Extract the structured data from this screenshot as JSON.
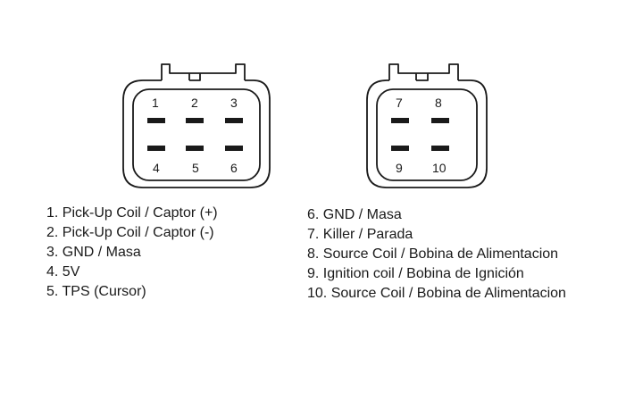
{
  "connectors": [
    {
      "pins": [
        {
          "label": "1"
        },
        {
          "label": "2"
        },
        {
          "label": "3"
        },
        {
          "label": "4"
        },
        {
          "label": "5"
        },
        {
          "label": "6"
        }
      ]
    },
    {
      "pins": [
        {
          "label": "7"
        },
        {
          "label": "8"
        },
        {
          "label": "9"
        },
        {
          "label": "10"
        }
      ]
    }
  ],
  "legend_left": [
    "1. Pick-Up Coil / Captor (+)",
    "2. Pick-Up Coil / Captor (-)",
    "3. GND / Masa",
    "4. 5V",
    "5. TPS (Cursor)"
  ],
  "legend_right": [
    "6. GND / Masa",
    "7. Killer / Parada",
    "8. Source Coil / Bobina de Alimentacion",
    "9. Ignition coil / Bobina de Ignición",
    "10. Source Coil / Bobina de Alimentacion"
  ],
  "colors": {
    "stroke": "#1a1a1a",
    "background": "#ffffff"
  }
}
